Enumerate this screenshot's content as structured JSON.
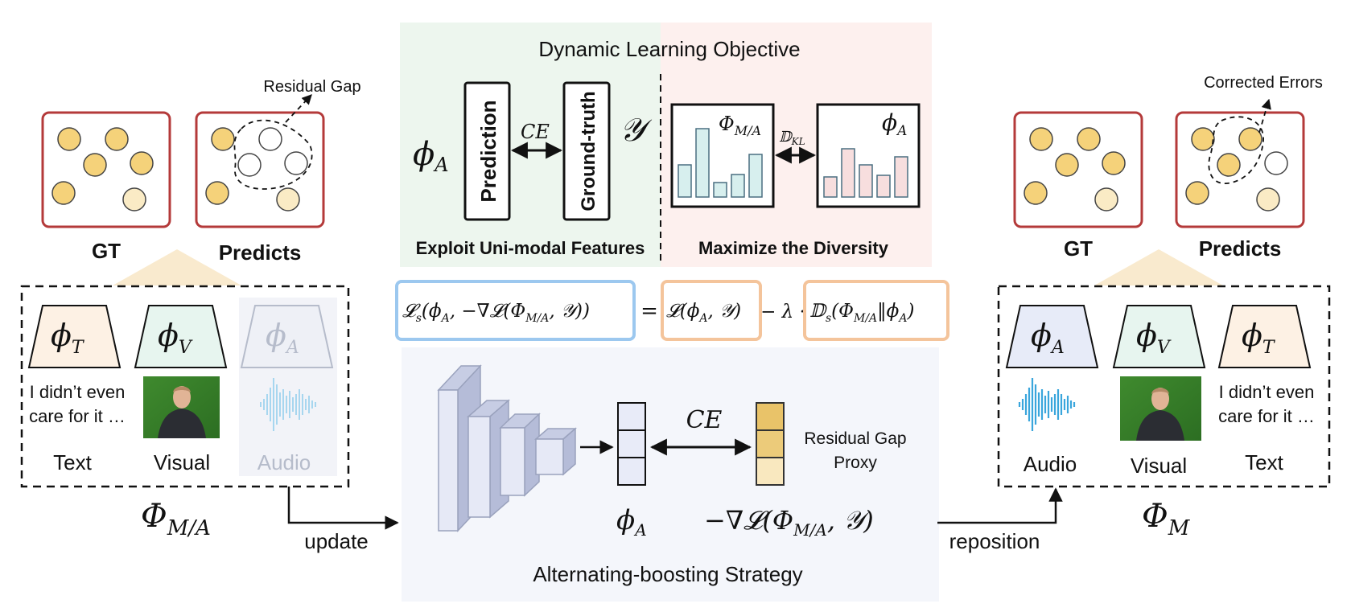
{
  "center": {
    "title": "Dynamic Learning Objective",
    "left_caption": "Exploit Uni-modal Features",
    "right_caption": "Maximize the Diversity",
    "phi_a": "ϕ_A",
    "y": "𝒴",
    "prediction": "Prediction",
    "ground_truth": "Ground-truth",
    "ce": "CE",
    "phi_ma": "Φ_M/A",
    "dkl": "𝔻_KL",
    "phi_a_box": "ϕ_A",
    "strategy": "Alternating-boosting Strategy",
    "proxy_label_1": "Residual Gap",
    "proxy_label_2": "Proxy",
    "ce2": "CE",
    "phi_a_bottom": "ϕ_A",
    "grad_term": "−∇𝓛(Φ_M/A, 𝒴)"
  },
  "formula": {
    "lhs": "𝓛_s(ϕ_A, −∇𝓛(Φ_M/A, 𝒴))",
    "eq": "=",
    "term1": "𝓛(ϕ_A, 𝒴)",
    "minus": "− λ ·",
    "term2": "𝔻_s(Φ_M/A‖ϕ_A)"
  },
  "left": {
    "gt_label": "GT",
    "pred_label": "Predicts",
    "residual_gap": "Residual Gap",
    "enc_t": "ϕ_T",
    "enc_v": "ϕ_V",
    "enc_a": "ϕ_A",
    "text_line1": "I didn’t even",
    "text_line2": "care for it …",
    "mod_text": "Text",
    "mod_visual": "Visual",
    "mod_audio": "Audio",
    "model": "Φ_M/A",
    "update": "update"
  },
  "right": {
    "gt_label": "GT",
    "pred_label": "Predicts",
    "corrected_errors": "Corrected Errors",
    "enc_a": "ϕ_A",
    "enc_v": "ϕ_V",
    "enc_t": "ϕ_T",
    "text_line1": "I didn’t even",
    "text_line2": "care for it …",
    "mod_audio": "Audio",
    "mod_visual": "Visual",
    "mod_text": "Text",
    "model": "Φ_M",
    "reposition": "reposition"
  },
  "colors": {
    "green_panel": "#edf6ee",
    "red_panel": "#fdf0ee",
    "blue_panel": "#f4f6fb",
    "box_border": "#b43a3a",
    "dot_fill": "#f5d27a",
    "dot_light": "#faebc5",
    "bar_teal": "#d7efee",
    "bar_pink": "#f7dede",
    "enc_t": "#fdf1e4",
    "enc_v": "#e7f5ef",
    "enc_a": "#e7ebf8",
    "audio_wave": "#3aa6dc",
    "proxy_dark": "#e9c369",
    "proxy_light": "#f9e8bf"
  },
  "icons": [
    "trapezoid-encoder-icon",
    "audio-waveform-icon",
    "person-video-icon",
    "cnn-blocks-icon"
  ]
}
